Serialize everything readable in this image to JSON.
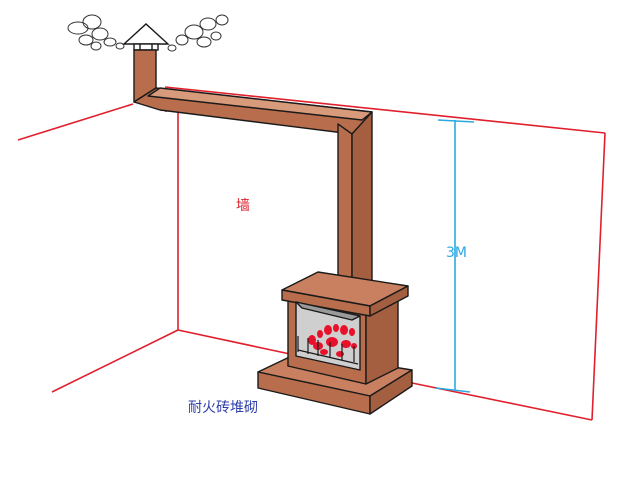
{
  "labels": {
    "wall": "墙",
    "height": "3M",
    "base": "耐火砖堆砌"
  },
  "colors": {
    "wall_line": "#e0202c",
    "dimension_line": "#2aa8e0",
    "brick": "#b86e4c",
    "outline": "#1a1a1a",
    "flame": "#e8102a",
    "base_label": "#2f3fa8"
  }
}
